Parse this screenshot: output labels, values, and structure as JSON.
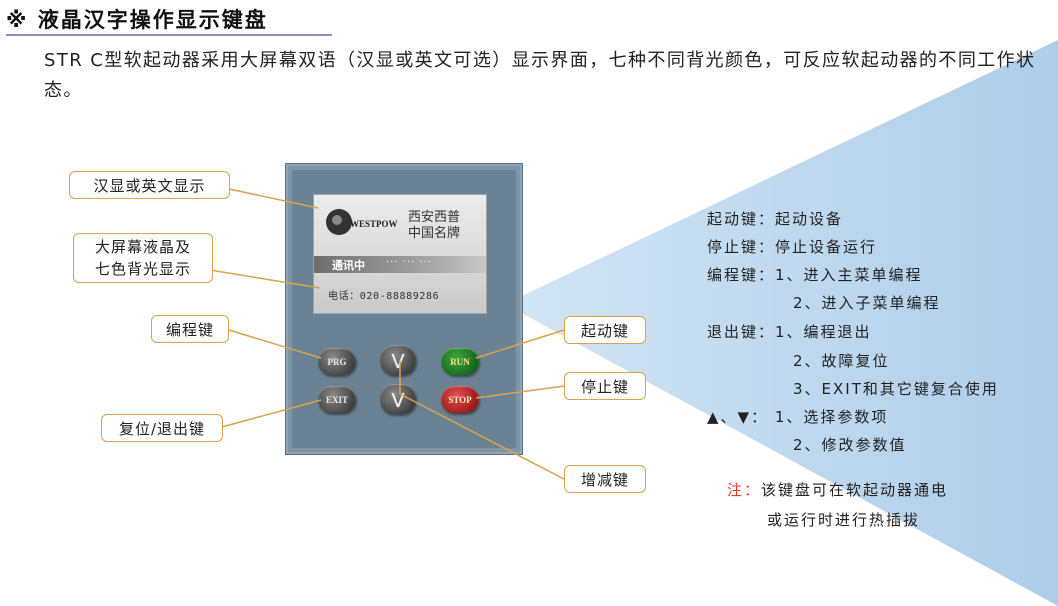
{
  "page": {
    "title": "※ 液晶汉字操作显示键盘",
    "intro": "STR C型软起动器采用大屏幕双语（汉显或英文可选）显示界面，七种不同背光颜色，可反应软起动器的不同工作状态。"
  },
  "lcd": {
    "brand": "WESTPOW",
    "name_line1": "西安西普",
    "name_line2": "中国名牌",
    "status": "通讯中",
    "dots": "··· ··· ···",
    "phone": "电话：020-88889286"
  },
  "keys": {
    "prg": "PRG",
    "exit": "EXIT",
    "up": "⋁",
    "down": "⋁",
    "run": "RUN",
    "stop": "STOP"
  },
  "callouts": {
    "language": "汉显或英文显示",
    "lcd_line1": "大屏幕液晶及",
    "lcd_line2": "七色背光显示",
    "program": "编程键",
    "reset_exit": "复位/退出键",
    "start": "起动键",
    "stop": "停止键",
    "inc_dec": "增减键"
  },
  "descriptions": [
    "起动键：起动设备",
    "停止键：停止设备运行",
    "编程键：1、进入主菜单编程",
    "2、进入子菜单编程",
    "退出键：1、编程退出",
    "2、故障复位",
    "3、EXIT和其它键复合使用",
    "▲、▼：  1、选择参数项",
    "2、修改参数值"
  ],
  "note": {
    "label": "注：",
    "line1": "该键盘可在软起动器通电",
    "line2": "或运行时进行热插拔"
  },
  "colors": {
    "triangle": "#b9d6ee",
    "callout_border": "#d9a24c",
    "title_underline": "#8c8fc4",
    "note_label": "#e43a2a",
    "panel": "#7d95a6"
  }
}
